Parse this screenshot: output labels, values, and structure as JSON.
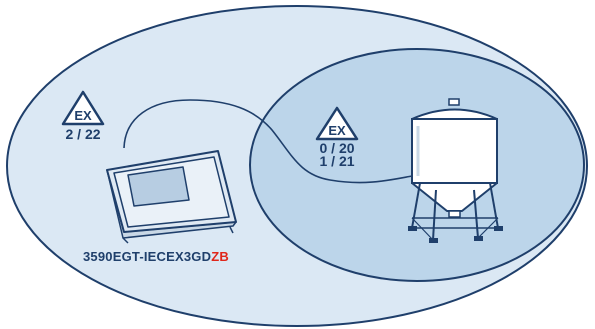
{
  "zones": {
    "outer": {
      "symbol": "EX",
      "label": "2 / 22"
    },
    "inner": {
      "symbol": "EX",
      "line1": "0 / 20",
      "line2": "1 / 21"
    }
  },
  "device": {
    "model_prefix": "3590EGT-IECEX3GD",
    "model_suffix": "ZB"
  },
  "colors": {
    "outline": "#1f3f6b",
    "outer_zone_fill": "#dbe8f4",
    "inner_zone_fill": "#bcd5ea",
    "accent": "#e0261b"
  },
  "icons": [
    "ex-hazard-icon",
    "weighing-terminal-icon",
    "silo-icon",
    "cable-icon"
  ]
}
